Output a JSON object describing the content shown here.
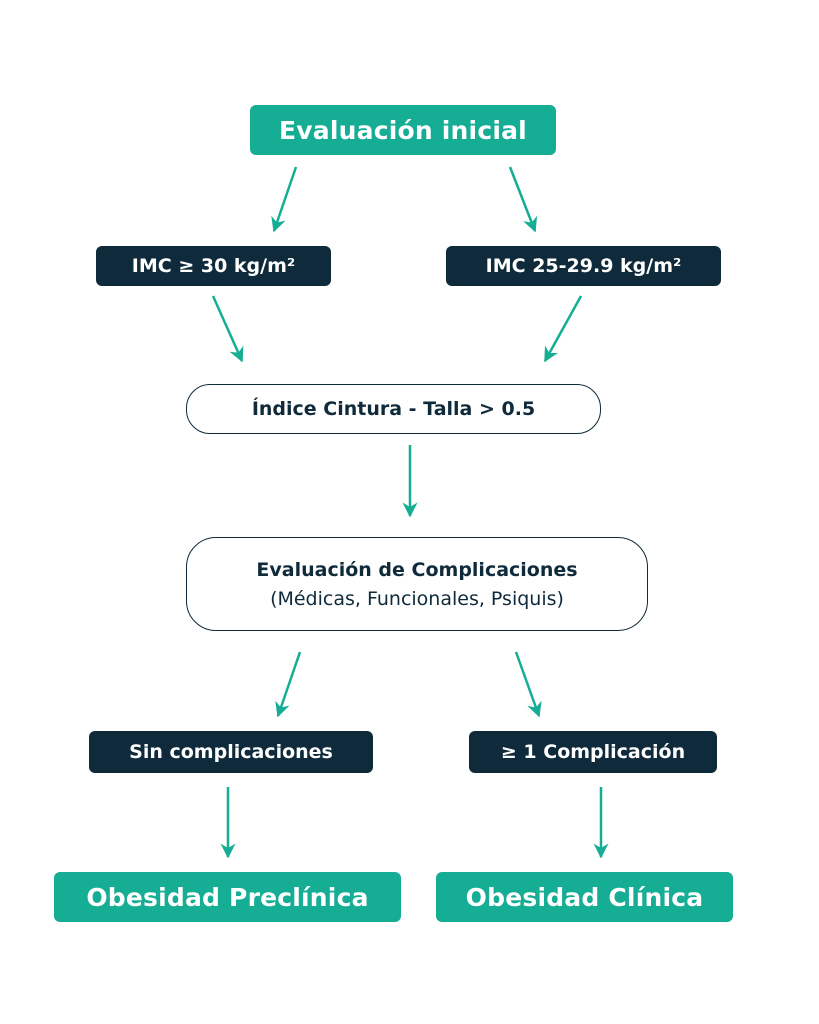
{
  "nodes": {
    "start": "Evaluación inicial",
    "imc_high": "IMC ≥ 30 kg/m²",
    "imc_mid": "IMC 25-29.9 kg/m²",
    "waist_ratio": "Índice Cintura - Talla > 0.5",
    "complications_title": "Evaluación de Complicaciones",
    "complications_sub": "(Médicas, Funcionales, Psiquis)",
    "no_complications": "Sin complicaciones",
    "has_complication": "≥ 1 Complicación",
    "preclinical": "Obesidad Preclínica",
    "clinical": "Obesidad Clínica"
  },
  "colors": {
    "teal": "#16ad95",
    "dark": "#0f2a3a",
    "arrow": "#16ad95"
  }
}
